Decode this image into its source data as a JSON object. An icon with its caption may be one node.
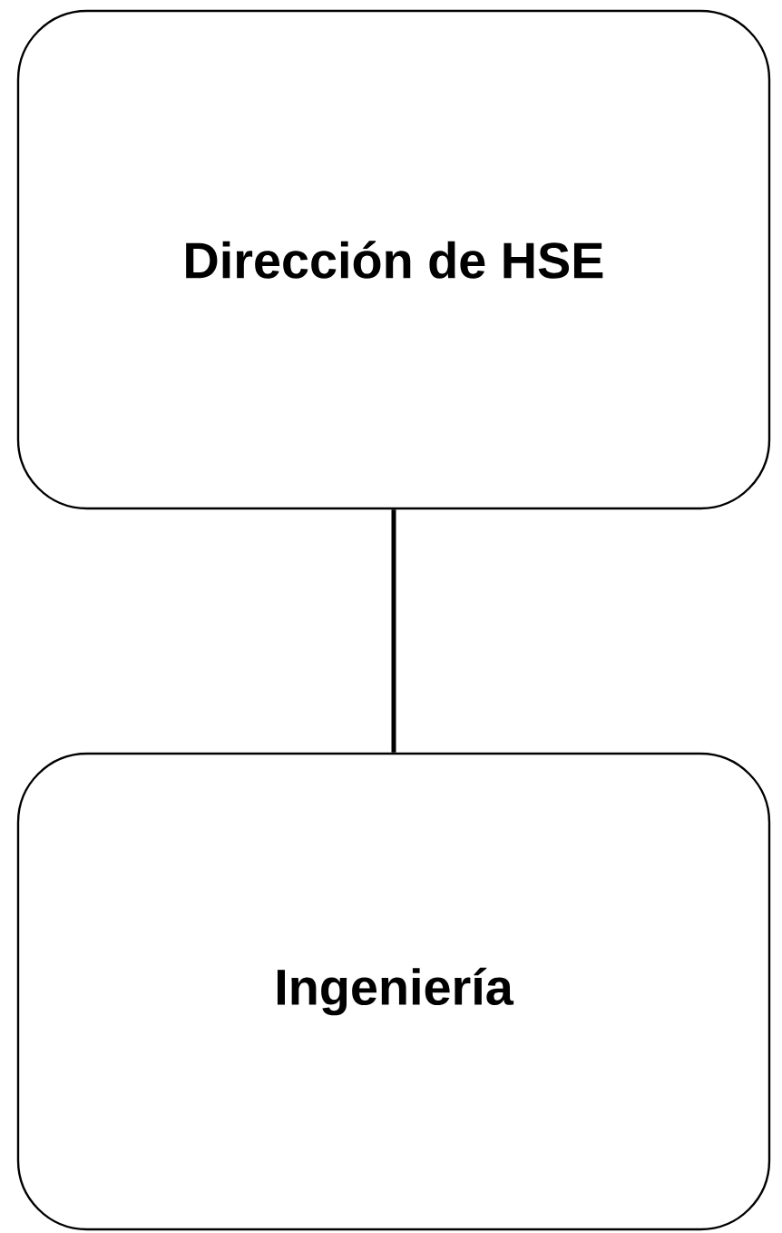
{
  "diagram": {
    "nodes": [
      {
        "text": [
          "Dirección de HSE"
        ]
      },
      {
        "text": [
          "Ingeniería"
        ]
      }
    ],
    "edges": [
      {
        "from": 0,
        "to": 1,
        "arrow": "none"
      }
    ]
  }
}
